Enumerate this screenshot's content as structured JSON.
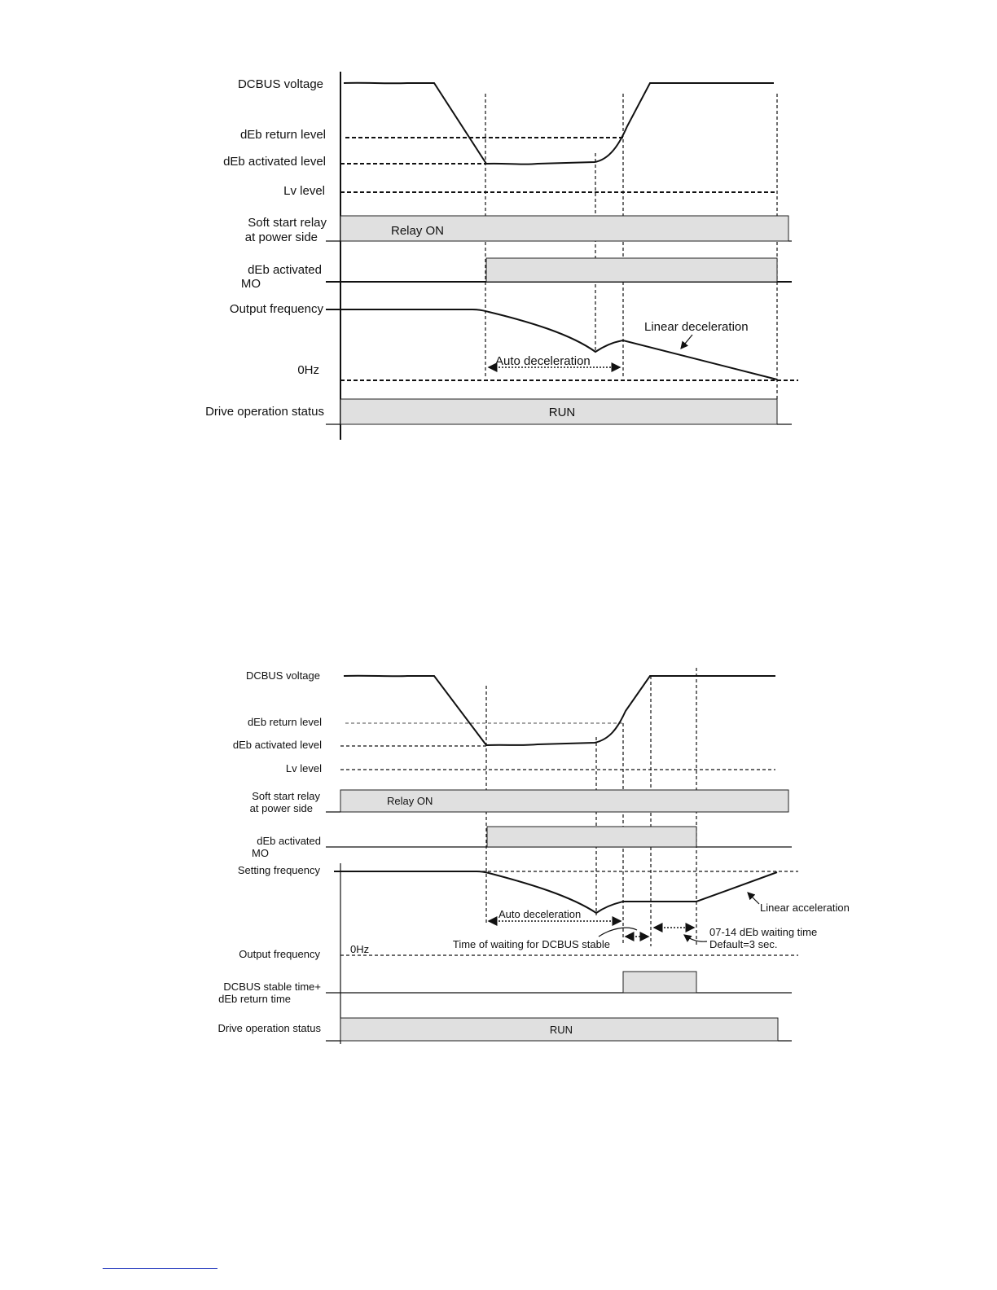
{
  "diagram1": {
    "labels": {
      "dcbus_voltage": "DCBUS voltage",
      "deb_return_level": "dEb return level",
      "deb_activated_level": "dEb activated level",
      "lv_level": "Lv level",
      "soft_start_relay_1": "Soft start relay",
      "soft_start_relay_2": "at power side",
      "deb_activated_mo_1": "dEb activated",
      "deb_activated_mo_2": "MO",
      "output_frequency": "Output frequency",
      "zero_hz": "0Hz",
      "drive_status": "Drive operation status"
    },
    "relay_on": "Relay ON",
    "run": "RUN",
    "auto_deceleration": "Auto deceleration",
    "linear_deceleration": "Linear deceleration"
  },
  "diagram2": {
    "labels": {
      "dcbus_voltage": "DCBUS voltage",
      "deb_return_level": "dEb  return level",
      "deb_activated_level": "dEb  activated level",
      "lv_level": "Lv level",
      "soft_start_relay_1": "Soft start relay",
      "soft_start_relay_2": "at power side",
      "deb_activated_mo_1": "dEb activated",
      "deb_activated_mo_2": "MO",
      "setting_frequency": "Setting frequency",
      "output_frequency": "Output frequency",
      "dcbus_stable_1": "DCBUS stable time+",
      "dcbus_stable_2": "dEb return time",
      "drive_status": "Drive operation status"
    },
    "relay_on": "Relay ON",
    "run": "RUN",
    "zero_hz": "0Hz",
    "auto_deceleration": "Auto deceleration",
    "linear_acceleration": "Linear acceleration",
    "time_waiting": "Time of waiting for DCBUS stable",
    "waiting_time_1": "07-14 dEb waiting time",
    "waiting_time_2": "Default=3 sec."
  }
}
